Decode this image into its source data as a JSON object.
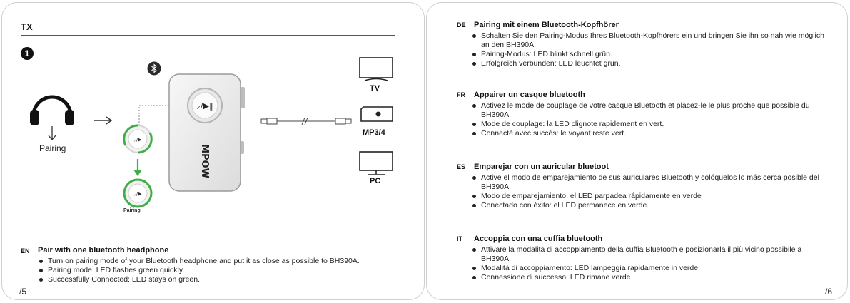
{
  "left_page": {
    "section_label": "TX",
    "step_number": "1",
    "illustration": {
      "pairing_caption": "Pairing",
      "pairing_caption_small": "Pairing",
      "button_glyph": "⸝/▶‖",
      "devices": [
        {
          "label": "TV",
          "icon": "tv-icon"
        },
        {
          "label": "MP3/4",
          "icon": "mp3-player-icon"
        },
        {
          "label": "PC",
          "icon": "monitor-icon"
        }
      ],
      "accent_color": "#3fae49"
    },
    "en": {
      "code": "EN",
      "heading": "Pair with one bluetooth headphone",
      "bullets": [
        "Turn on pairing mode of your Bluetooth headphone and put it as close as possible to BH390A.",
        "Pairing mode: LED flashes green quickly.",
        "Successfully Connected: LED stays on green."
      ]
    },
    "page_number": "/5"
  },
  "right_page": {
    "sections": [
      {
        "code": "DE",
        "heading": "Pairing mit einem Bluetooth-Kopfhörer",
        "bullets": [
          "Schalten Sie den Pairing-Modus Ihres Bluetooth-Kopfhörers ein und bringen Sie ihn so nah wie möglich an den BH390A.",
          "Pairing-Modus: LED blinkt schnell grün.",
          "Erfolgreich verbunden: LED leuchtet grün."
        ]
      },
      {
        "code": "FR",
        "heading": "Appairer un casque bluetooth",
        "bullets": [
          "Activez le mode de couplage de votre casque Bluetooth et placez-le le plus proche que possible du BH390A.",
          "Mode de couplage: la LED clignote rapidement en vert.",
          "Connecté avec succès: le voyant reste vert."
        ]
      },
      {
        "code": "ES",
        "heading": "Emparejar con un auricular bluetoot",
        "bullets": [
          "Active el modo de emparejamiento de sus auriculares Bluetooth y colóquelos lo más cerca posible del BH390A.",
          "Modo de emparejamiento: el LED parpadea rápidamente en verde",
          "Conectado con éxito: el LED permanece en verde."
        ]
      },
      {
        "code": "IT",
        "heading": "Accoppia con una cuffia bluetooth",
        "bullets": [
          "Attivare la modalità di accoppiamento della cuffia Bluetooth e posizionarla il più vicino possibile a BH390A.",
          "Modalità di accoppiamento: LED lampeggia rapidamente in verde.",
          "Connessione di successo: LED rimane verde."
        ]
      }
    ],
    "page_number": "/6"
  }
}
